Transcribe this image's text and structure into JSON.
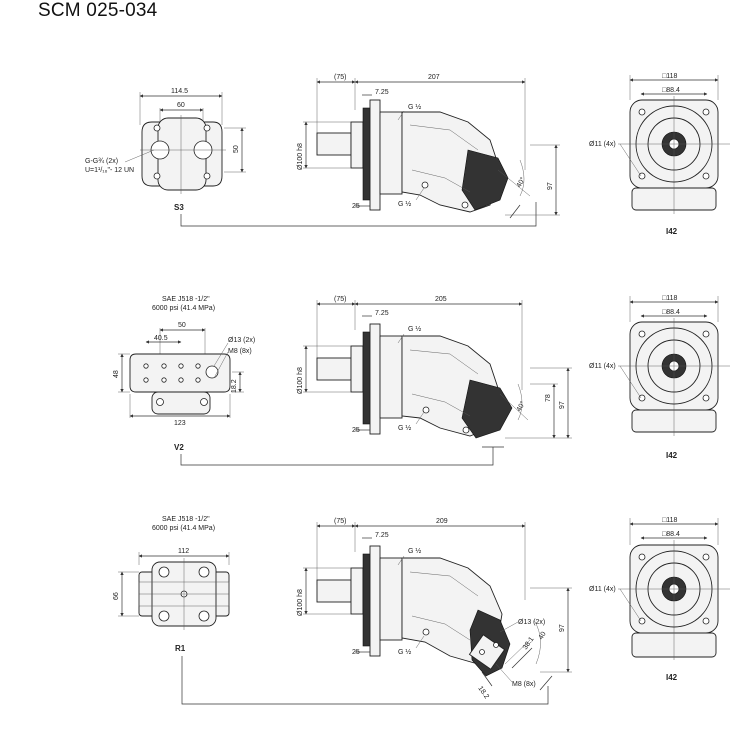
{
  "title": "SCM 025-034",
  "colors": {
    "line": "#333333",
    "background": "#ffffff"
  },
  "rows": [
    {
      "variant": "S3",
      "flange": {
        "width": "114.5",
        "bolt_spacing": "60",
        "height": "50",
        "thread_line1": "G-G¾ (2x)",
        "thread_line2": "U=1¹/₁₆\"- 12 UN"
      },
      "side": {
        "offset": "(75)",
        "length": "207",
        "shoulder": "7.25",
        "port_top": "G ½",
        "port_bottom": "G ½",
        "pilot_diameter": "Ø100 h8",
        "width": "25",
        "angle": "40°",
        "height": "97"
      },
      "front": {
        "outer": "□118",
        "inner": "□88.4",
        "holes": "Ø11 (4x)",
        "standard": "I42"
      }
    },
    {
      "variant": "V2",
      "flange": {
        "sae_line1": "SAE J518 -1/2\"",
        "sae_line2": "6000 psi  (41.4 MPa)",
        "bolt_spacing": "50",
        "offset": "40.5",
        "holes": "Ø13 (2x)",
        "thread": "M8 (8x)",
        "height": "48",
        "small": "18.2",
        "width": "123"
      },
      "side": {
        "offset": "(75)",
        "length": "205",
        "shoulder": "7.25",
        "port_top": "G ½",
        "port_bottom": "G ½",
        "pilot_diameter": "Ø100 h8",
        "width": "25",
        "angle": "40°",
        "height": "97",
        "height2": "78"
      },
      "front": {
        "outer": "□118",
        "inner": "□88.4",
        "holes": "Ø11 (4x)",
        "standard": "I42"
      }
    },
    {
      "variant": "R1",
      "flange": {
        "sae_line1": "SAE J518 -1/2\"",
        "sae_line2": "6000 psi  (41.4 MPa)",
        "width": "112",
        "height": "66"
      },
      "side": {
        "offset": "(75)",
        "length": "209",
        "shoulder": "7.25",
        "port_top": "G ½",
        "port_bottom": "G ½",
        "pilot_diameter": "Ø100 h8",
        "width": "25",
        "holes": "Ø13 (2x)",
        "dim1": "38.1",
        "dim2": "40",
        "thread": "M8 (8x)",
        "small": "18.2",
        "height": "97"
      },
      "front": {
        "outer": "□118",
        "inner": "□88.4",
        "holes": "Ø11 (4x)",
        "standard": "I42"
      }
    }
  ]
}
